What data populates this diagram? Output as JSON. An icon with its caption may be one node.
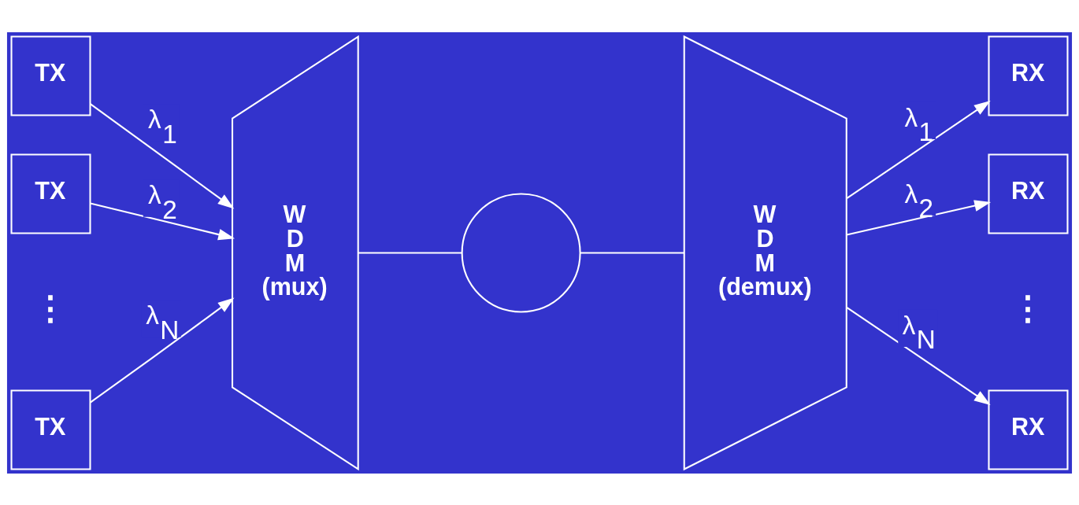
{
  "diagram": {
    "nodes": [
      {
        "text": [
          "TX"
        ]
      },
      {
        "text": [
          "TX"
        ]
      },
      {
        "text": [
          "TX"
        ]
      },
      {
        "text": [
          "W D M (mux)"
        ]
      },
      {
        "text": [],
        "shape": "circle"
      },
      {
        "text": [
          "W D M (demux)"
        ]
      },
      {
        "text": [
          "RX"
        ]
      },
      {
        "text": [
          "RX"
        ]
      },
      {
        "text": [
          "RX"
        ]
      }
    ],
    "edges": [
      {
        "from": 0,
        "to": 3,
        "arrow": "to",
        "label": "λ$_{1}$"
      },
      {
        "from": 1,
        "to": 3,
        "arrow": "to",
        "label": "λ$_{2}$"
      },
      {
        "from": 2,
        "to": 3,
        "arrow": "to",
        "label": "λ$_{N}$"
      },
      {
        "from": 3,
        "to": 4,
        "arrow": "none"
      },
      {
        "from": 4,
        "to": 5,
        "arrow": "none"
      },
      {
        "from": 5,
        "to": 6,
        "arrow": "to",
        "label": "λ$_{1}$"
      },
      {
        "from": 5,
        "to": 7,
        "arrow": "to",
        "label": "λ$_{2}$"
      },
      {
        "from": 5,
        "to": 8,
        "arrow": "to",
        "label": "λ$_{N}$"
      }
    ],
    "labels": [
      "⋮",
      "⋮"
    ]
  }
}
